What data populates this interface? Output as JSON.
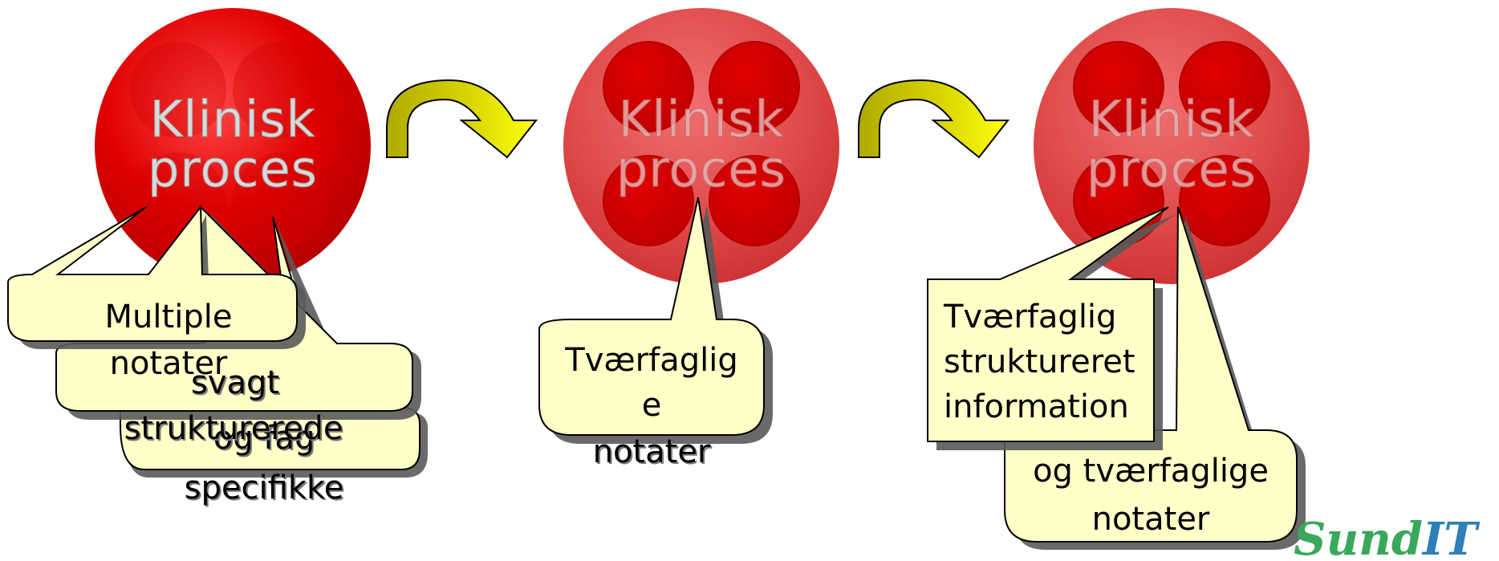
{
  "stages": [
    {
      "circle_label_line1": "Klinisk",
      "circle_label_line2": "proces",
      "callouts": [
        {
          "lines": [
            "Multiple",
            "notater"
          ]
        },
        {
          "lines": [
            "svagt",
            "strukturerede"
          ]
        },
        {
          "lines": [
            "og fag",
            "specifikke"
          ]
        }
      ]
    },
    {
      "circle_label_line1": "Klinisk",
      "circle_label_line2": "proces",
      "callouts": [
        {
          "lines": [
            "Tværfaglig",
            "e",
            "notater"
          ]
        }
      ]
    },
    {
      "circle_label_line1": "Klinisk",
      "circle_label_line2": "proces",
      "callouts": [
        {
          "lines": [
            "Tværfaglig",
            "struktureret",
            "information"
          ]
        },
        {
          "lines": [
            "og tværfaglige",
            "notater"
          ]
        }
      ]
    }
  ],
  "logo": {
    "part1": "Sund",
    "part2": "IT"
  },
  "colors": {
    "circle_red": "#d40000",
    "circle_red_faded": "#e04040",
    "callout_fill": "#ffffc8",
    "arrow_olive": "#b5b000",
    "arrow_yellow": "#ffff00",
    "logo_green": "#3aa85a"
  }
}
